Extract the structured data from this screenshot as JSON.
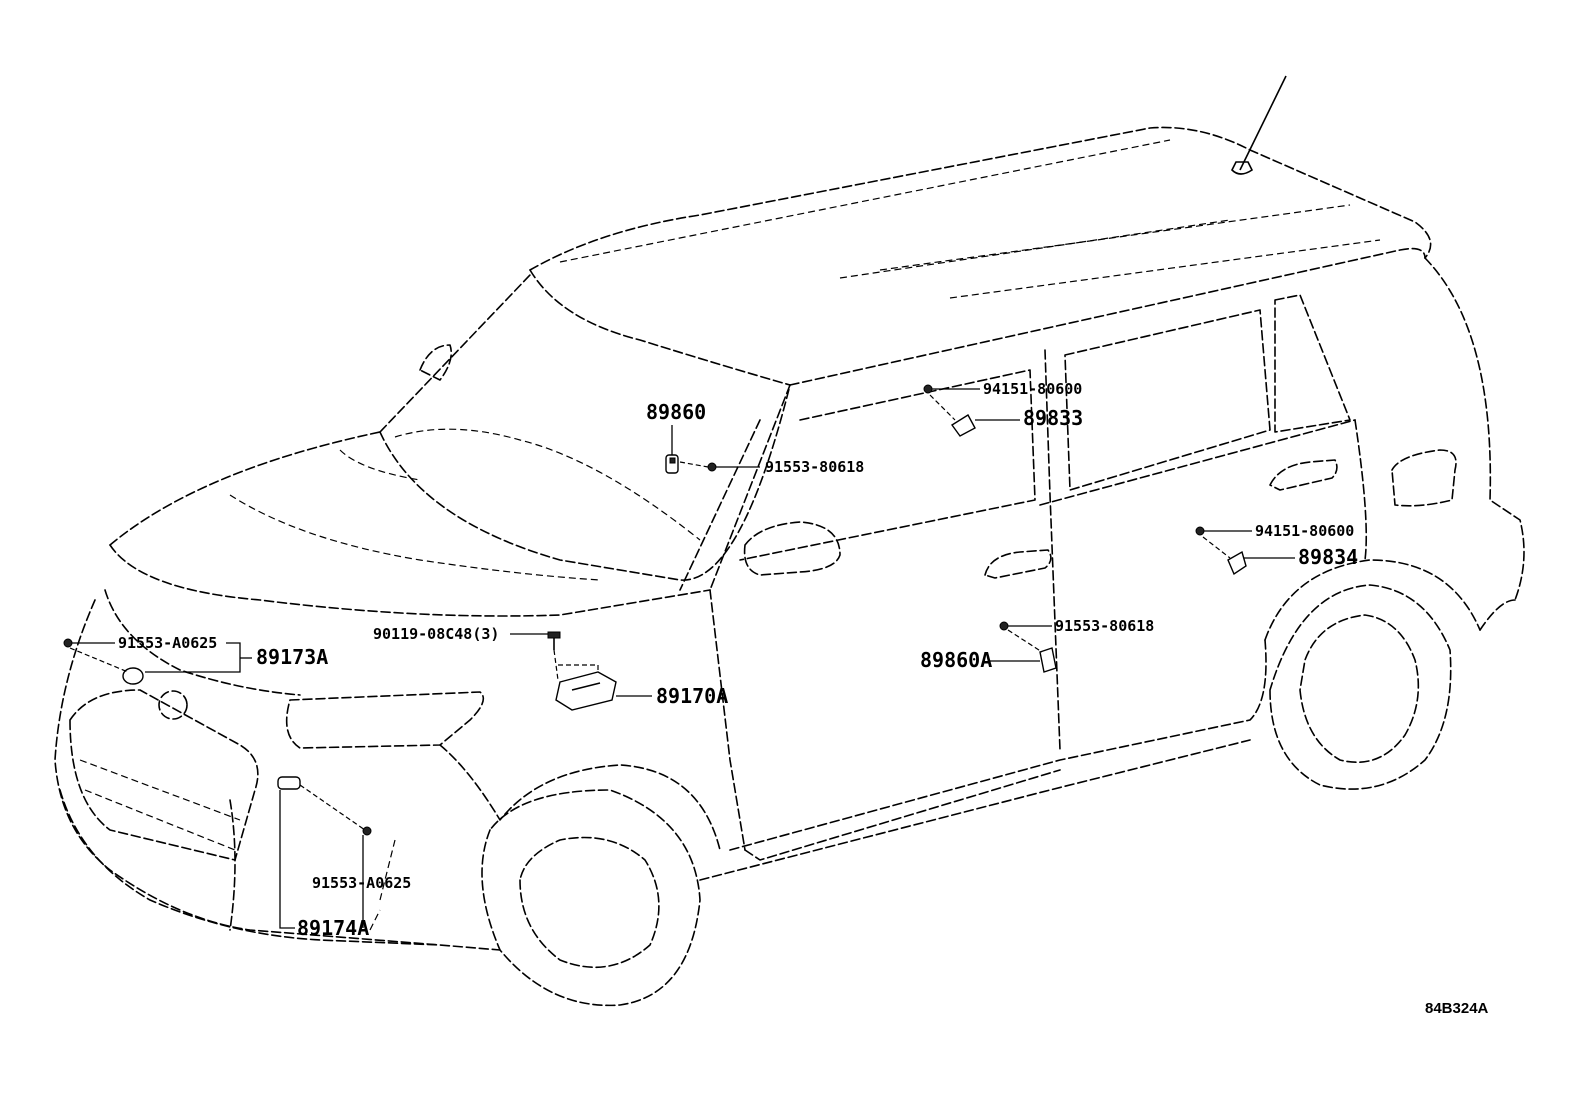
{
  "diagram": {
    "reference_code": "84B324A",
    "callouts": {
      "p89860": "89860",
      "p91553_80618_a": "91553-80618",
      "p94151_80600_a": "94151-80600",
      "p89833": "89833",
      "p94151_80600_b": "94151-80600",
      "p89834": "89834",
      "p91553_80618_b": "91553-80618",
      "p89860A": "89860A",
      "p90119": "90119-08C48(3)",
      "p89170A": "89170A",
      "p91553_A0625_a": "91553-A0625",
      "p89173A": "89173A",
      "p91553_A0625_b": "91553-A0625",
      "p89174A": "89174A"
    }
  }
}
